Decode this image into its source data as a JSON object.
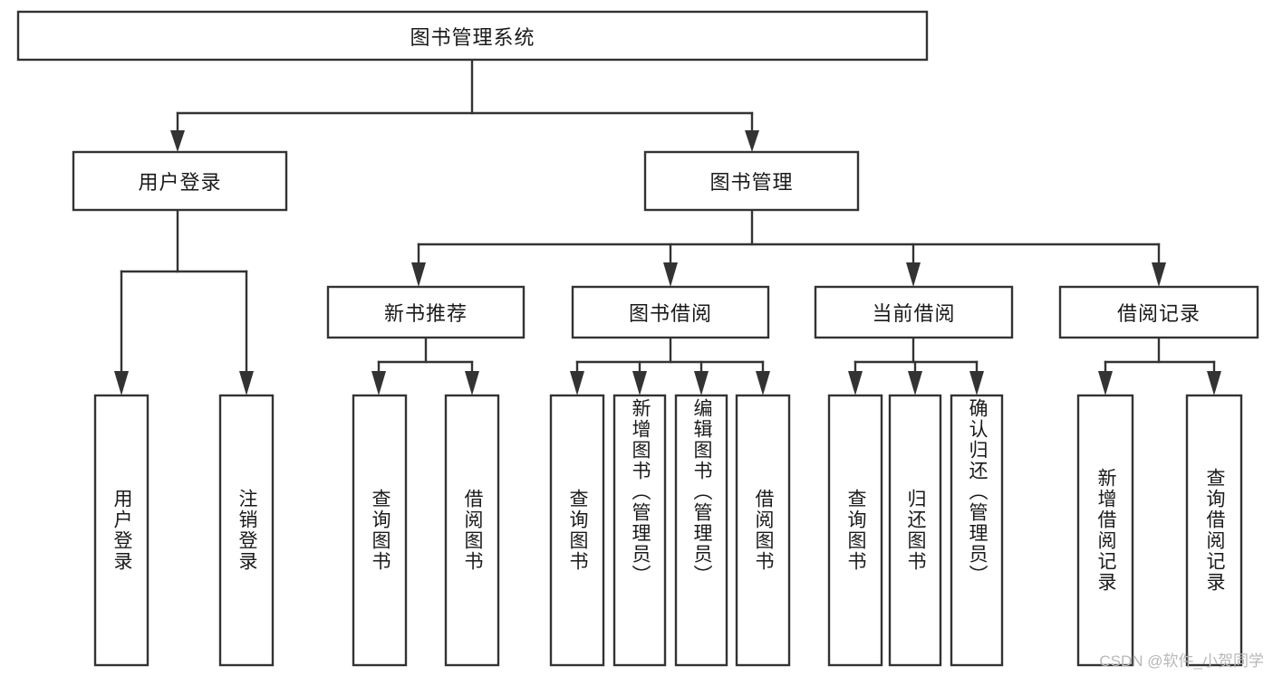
{
  "diagram": {
    "title": "图书管理系统",
    "watermark": "CSDN @软件_小贺同学",
    "colors": {
      "box_stroke": "#333333",
      "box_fill": "#ffffff",
      "text": "#1a1a1a",
      "background": "#ffffff",
      "watermark": "#b8b8b8"
    },
    "root": {
      "label": "图书管理系统"
    },
    "level2": [
      {
        "label": "用户登录"
      },
      {
        "label": "图书管理"
      }
    ],
    "level3": [
      {
        "label": "新书推荐"
      },
      {
        "label": "图书借阅"
      },
      {
        "label": "当前借阅"
      },
      {
        "label": "借阅记录"
      }
    ],
    "leaves": {
      "user_login": [
        {
          "label": "用户登录"
        },
        {
          "label": "注销登录"
        }
      ],
      "new_book_recommend": [
        {
          "label": "查询图书"
        },
        {
          "label": "借阅图书"
        }
      ],
      "book_borrow": [
        {
          "label": "查询图书"
        },
        {
          "label": "新增图书（管理员）"
        },
        {
          "label": "编辑图书（管理员）"
        },
        {
          "label": "借阅图书"
        }
      ],
      "current_borrow": [
        {
          "label": "查询图书"
        },
        {
          "label": "归还图书"
        },
        {
          "label": "确认归还（管理员）"
        }
      ],
      "borrow_record": [
        {
          "label": "新增借阅记录"
        },
        {
          "label": "查询借阅记录"
        }
      ]
    }
  }
}
